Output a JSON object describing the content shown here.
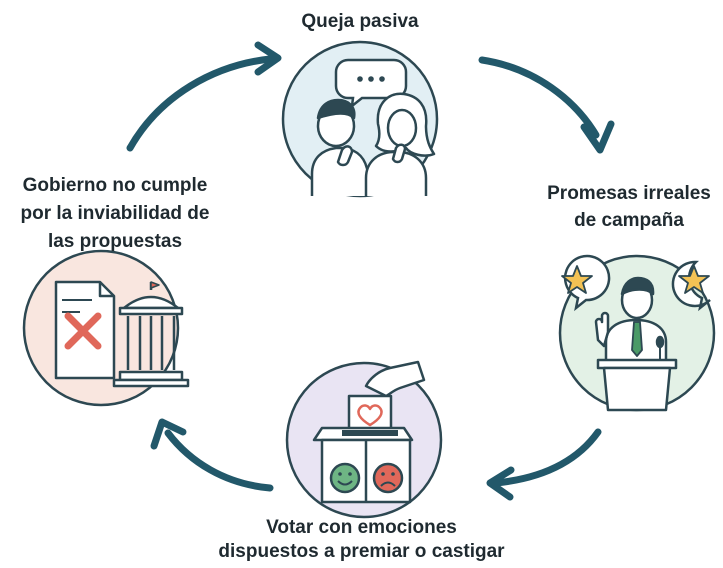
{
  "diagram": {
    "nodes": [
      {
        "id": "top",
        "lines": [
          "Queja pasiva"
        ],
        "circle_color": "#e2eff4"
      },
      {
        "id": "right",
        "lines": [
          "Promesas irreales",
          "de campaña"
        ],
        "circle_color": "#e3f1e6"
      },
      {
        "id": "bottom",
        "lines": [
          "Votar con emociones",
          "dispuestos a premiar o castigar"
        ],
        "circle_color": "#e9e4f3"
      },
      {
        "id": "left",
        "lines": [
          "Gobierno no cumple",
          "por la inviabilidad de",
          "las propuestas"
        ],
        "circle_color": "#f9e6df"
      }
    ],
    "arrow_color": "#22586a",
    "line_color": "#2d4852",
    "accent_red": "#e0685a",
    "accent_green": "#4a9a67",
    "star_color": "#f3c254",
    "icons": [
      "speech-bubble-icon",
      "thinking-people-icon",
      "speaker-at-podium-icon",
      "ballot-box-icon",
      "rejected-document-icon",
      "government-building-icon"
    ]
  }
}
